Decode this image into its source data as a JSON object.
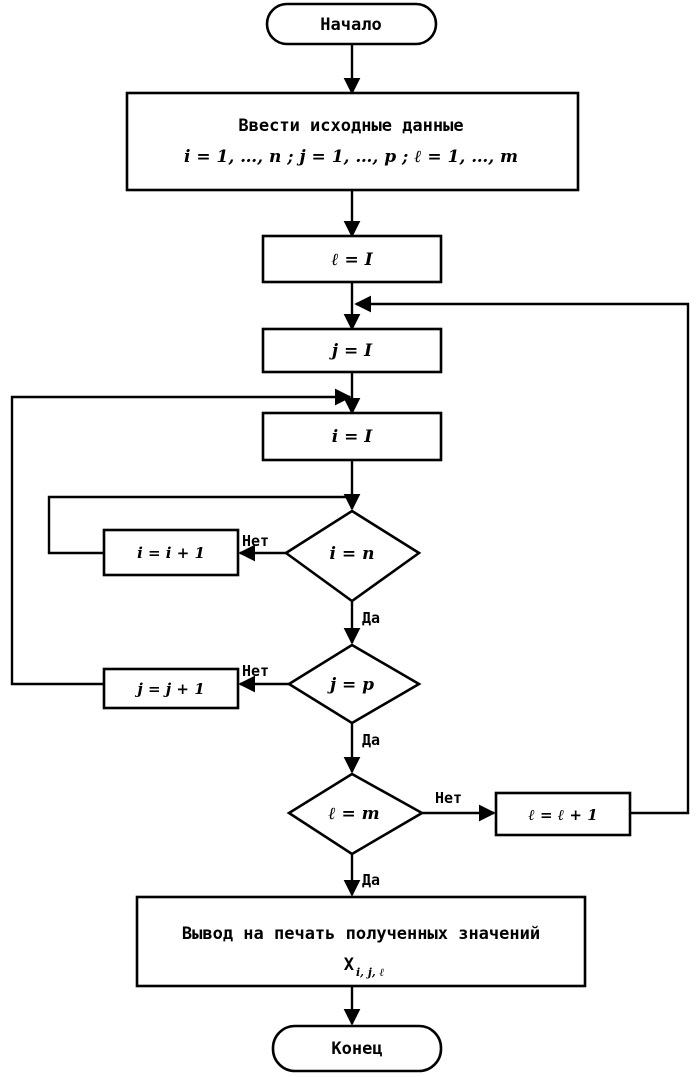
{
  "terminals": {
    "start": "Начало",
    "end": "Конец"
  },
  "blocks": {
    "input_title": "Ввести исходные данные",
    "input_ranges": "i = 1, …, n ;  j = 1, …, p ;  ℓ = 1, …, m",
    "init_l": "ℓ = I",
    "init_j": "j = I",
    "init_i": "i = I",
    "inc_i": "i = i + 1",
    "inc_j": "j = j + 1",
    "inc_l": "ℓ = ℓ + 1",
    "output_title": "Вывод на печать полученных значений",
    "output_var": "X",
    "output_sub": "i, j, ℓ"
  },
  "decisions": {
    "cond_i": "i = n",
    "cond_j": "j = p",
    "cond_l": "ℓ = m"
  },
  "branch_labels": {
    "yes": "Да",
    "no": "Нет"
  }
}
